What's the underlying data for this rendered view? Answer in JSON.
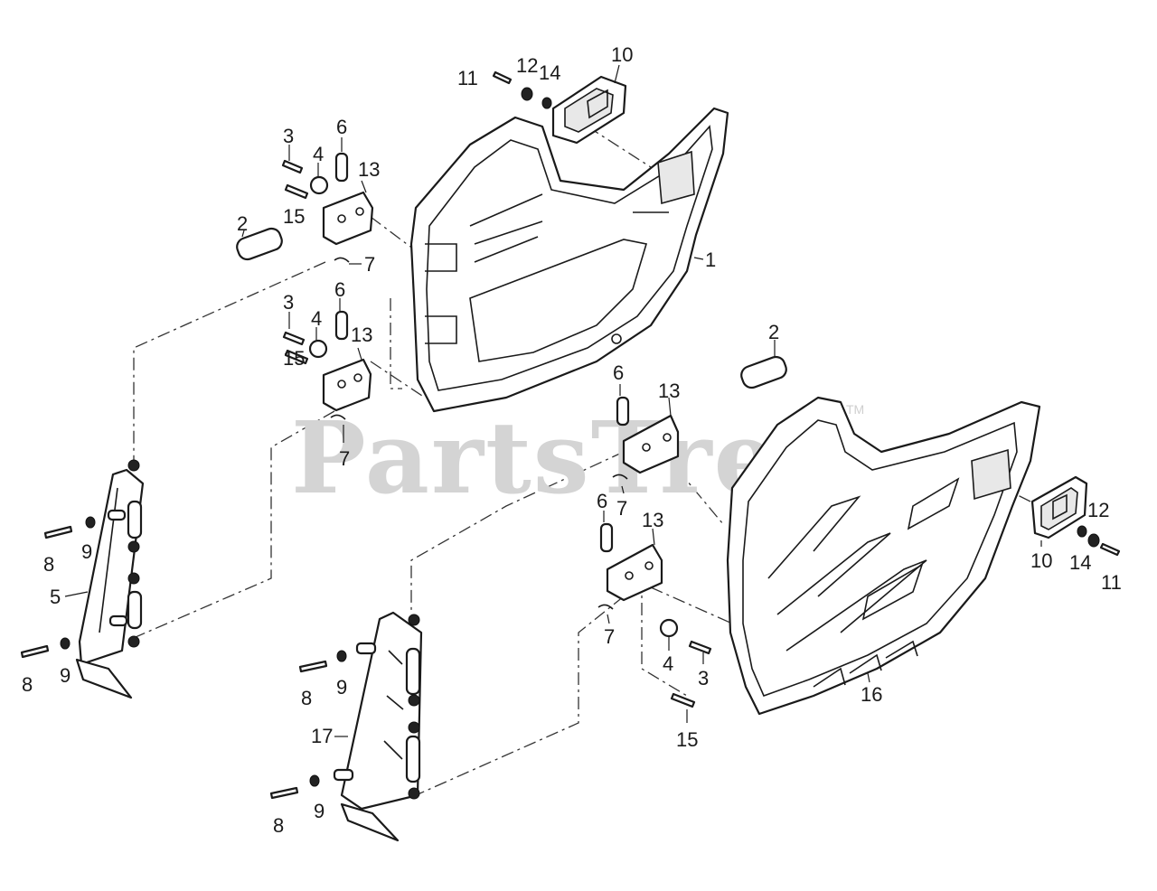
{
  "watermark": {
    "text": "PartsTree",
    "tm": "TM"
  },
  "callouts": {
    "c1": "1",
    "c2a": "2",
    "c2b": "2",
    "c3a": "3",
    "c3b": "3",
    "c3c": "3",
    "c4a": "4",
    "c4b": "4",
    "c4c": "4",
    "c5": "5",
    "c6a": "6",
    "c6b": "6",
    "c6c": "6",
    "c6d": "6",
    "c7a": "7",
    "c7b": "7",
    "c7c": "7",
    "c7d": "7",
    "c8a": "8",
    "c8b": "8",
    "c8c": "8",
    "c8d": "8",
    "c9a": "9",
    "c9b": "9",
    "c9c": "9",
    "c9d": "9",
    "c10a": "10",
    "c10b": "10",
    "c11a": "11",
    "c11b": "11",
    "c12a": "12",
    "c12b": "12",
    "c13a": "13",
    "c13b": "13",
    "c13c": "13",
    "c13d": "13",
    "c14a": "14",
    "c14b": "14",
    "c15a": "15",
    "c15b": "15",
    "c15c": "15",
    "c16": "16",
    "c17": "17"
  }
}
